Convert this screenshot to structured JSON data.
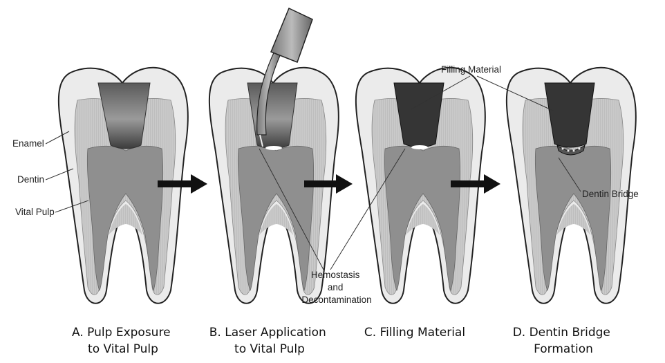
{
  "labels": {
    "enamel": "Enamel",
    "dentin": "Dentin",
    "vital_pulp": "Vital Pulp",
    "filling_material": "Filling Material",
    "dentin_bridge": "Dentin Bridge",
    "hemostasis_line1": "Hemostasis",
    "hemostasis_line2": "and",
    "hemostasis_line3": "Decontamination"
  },
  "captions": [
    {
      "line1": "A. Pulp Exposure",
      "line2": "to Vital Pulp"
    },
    {
      "line1": "B. Laser Application",
      "line2": "to Vital Pulp"
    },
    {
      "line1": "C. Filling Material",
      "line2": ""
    },
    {
      "line1": "D. Dentin Bridge",
      "line2": "Formation"
    }
  ],
  "colors": {
    "enamel": "#ececec",
    "dentin": "#c8c8c8",
    "pulp": "#8e8e8e",
    "filling": "#3a3a3a",
    "cavity": "#6e6e6e",
    "arrow": "#111111"
  }
}
